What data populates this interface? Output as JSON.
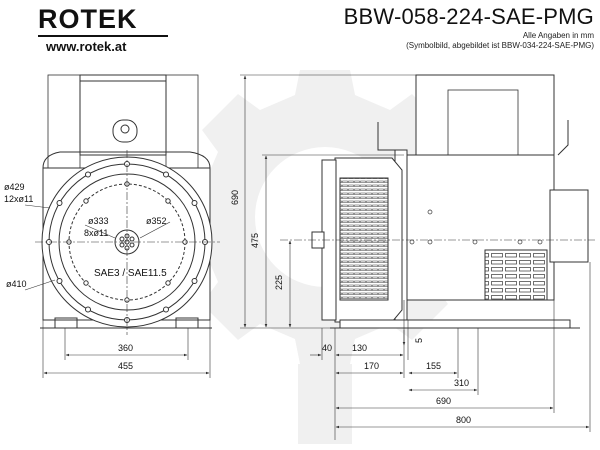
{
  "header": {
    "logo_text": "ROTEK",
    "website": "www.rotek.at",
    "model": "BBW-058-224-SAE-PMG",
    "unit_note": "Alle Angaben in mm",
    "symbol_note": "(Symbolbild, abgebildet ist BBW-034-224-SAE-PMG)"
  },
  "front_view": {
    "dia_outer": "ø429",
    "bolt_pattern_outer": "12xø11",
    "dia_pcd": "ø333",
    "bolt_pattern_inner": "8xø11",
    "dia_352": "ø352",
    "dia_410": "ø410",
    "sae_label": "SAE3 / SAE11.5",
    "width_inner": "360",
    "width_outer": "455"
  },
  "side_view": {
    "height_total": "690",
    "height_475": "475",
    "height_225": "225",
    "dim_40": "40",
    "dim_130": "130",
    "dim_5": "5",
    "dim_170": "170",
    "dim_155": "155",
    "dim_310": "310",
    "dim_690": "690",
    "dim_800": "800"
  },
  "colors": {
    "line": "#333333",
    "watermark": "#eeeeee"
  }
}
